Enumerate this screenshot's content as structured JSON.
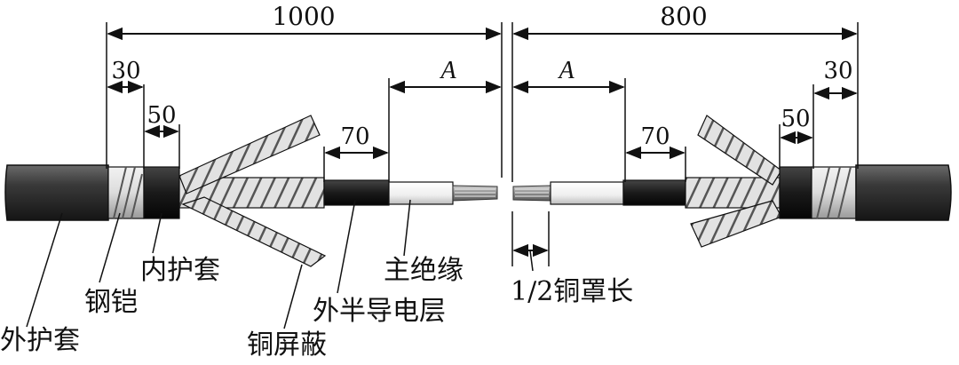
{
  "dimensions": {
    "left_total": "1000",
    "right_total": "800",
    "left_30": "30",
    "left_50": "50",
    "left_70": "70",
    "left_A": "A",
    "right_A": "A",
    "right_70": "70",
    "right_50": "50",
    "right_30": "30"
  },
  "labels": {
    "outer_sheath": "外护套",
    "steel_armor": "钢铠",
    "inner_sheath": "内护套",
    "copper_shield": "铜屏蔽",
    "outer_semicon": "外半导电层",
    "main_insulation": "主绝缘",
    "half_copper_cover": "1/2铜罩长"
  },
  "colors": {
    "sheath": "#2b2b2b",
    "semicon": "#1a1a1a",
    "tape_light": "#e6e6e6",
    "tape_stripe": "#555555",
    "insulation": "#f4f4f4",
    "conductor": "#8a8a8a"
  }
}
